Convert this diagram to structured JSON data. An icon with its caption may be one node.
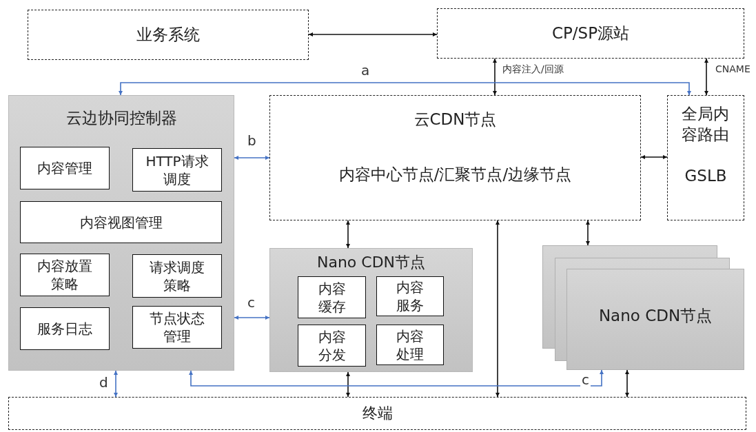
{
  "diagram": {
    "nodes": [
      {
        "text": [
          "业务系统"
        ]
      },
      {
        "text": [
          "CP/SP源站"
        ]
      },
      {
        "text": [
          "云边协同控制器"
        ]
      },
      {
        "text": [
          "内容管理"
        ],
        "in": 2
      },
      {
        "text": [
          "HTTP请求调度"
        ],
        "in": 2
      },
      {
        "text": [
          "内容视图管理"
        ],
        "in": 2
      },
      {
        "text": [
          "内容放置策略"
        ],
        "in": 2
      },
      {
        "text": [
          "请求调度策略"
        ],
        "in": 2
      },
      {
        "text": [
          "服务日志"
        ],
        "in": 2
      },
      {
        "text": [
          "节点状态管理"
        ],
        "in": 2
      },
      {
        "text": [
          "云CDN节点",
          "内容中心节点/汇聚节点/边缘节点"
        ]
      },
      {
        "text": [
          "全局内容路由",
          "GSLB"
        ]
      },
      {
        "text": [
          "Nano CDN节点"
        ]
      },
      {
        "text": [
          "内容缓存"
        ],
        "in": 12
      },
      {
        "text": [
          "内容服务"
        ],
        "in": 12
      },
      {
        "text": [
          "内容分发"
        ],
        "in": 12
      },
      {
        "text": [
          "内容处理"
        ],
        "in": 12
      },
      {
        "text": [
          "Nano CDN节点"
        ]
      },
      {
        "text": [
          "终端"
        ]
      }
    ],
    "edges": [
      {
        "from": 0,
        "to": 1,
        "arrow": "both"
      },
      {
        "from": 1,
        "to": 10,
        "arrow": "both",
        "label": "内容注入/回源"
      },
      {
        "from": 1,
        "to": 11,
        "arrow": "both",
        "label": "CNAME"
      },
      {
        "from": 2,
        "to": 11,
        "arrow": "both",
        "label": "a",
        "color": "#4472c4"
      },
      {
        "from": 2,
        "to": 10,
        "arrow": "both",
        "label": "b",
        "color": "#4472c4"
      },
      {
        "from": 2,
        "to": 12,
        "arrow": "both",
        "label": "c",
        "color": "#4472c4"
      },
      {
        "from": 10,
        "to": 11,
        "arrow": "both"
      },
      {
        "from": 10,
        "to": 12,
        "arrow": "both"
      },
      {
        "from": 10,
        "to": 17,
        "arrow": "both"
      },
      {
        "from": 10,
        "to": 18,
        "arrow": "both"
      },
      {
        "from": 12,
        "to": 18,
        "arrow": "both"
      },
      {
        "from": 17,
        "to": 18,
        "arrow": "both"
      },
      {
        "from": 2,
        "to": 18,
        "arrow": "both",
        "label": "d",
        "color": "#4472c4"
      },
      {
        "from": 2,
        "to": 17,
        "arrow": "both",
        "label": "c",
        "color": "#4472c4"
      }
    ]
  }
}
